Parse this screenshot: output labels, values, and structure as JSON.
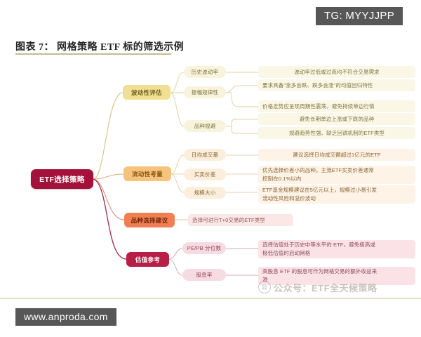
{
  "figure": {
    "title": "图表 7： 网格策略 ETF 标的筛选示例"
  },
  "tags": {
    "tg": "TG: MYYJJPP",
    "site": "www.anproda.com"
  },
  "watermark": {
    "badge": "公",
    "text": "公众号：ETF全天候策略"
  },
  "mindmap": {
    "root": "ETF选择策略",
    "branches": [
      {
        "label": "波动性评估",
        "color": "#efe093",
        "children": [
          {
            "label": "历史波动率",
            "details": [
              "波动率过低或过高均不符合交易需求"
            ]
          },
          {
            "label": "振幅规律性",
            "details": [
              "要求具备\"涨多会跌、跌多会涨\"的均值回归特性",
              "价格走势应呈现周期性震荡，避免持续单边行情"
            ]
          },
          {
            "label": "品种规避",
            "details": [
              "避免长期单边上涨或下跌的品种",
              "规避趋势性强、缺乏回调机制的ETF类型"
            ]
          }
        ]
      },
      {
        "label": "流动性考量",
        "color": "#f6c37c",
        "children": [
          {
            "label": "日均成交量",
            "details": [
              "建议选择日均成交额超过1亿元的ETF"
            ]
          },
          {
            "label": "买卖价差",
            "details": [
              "优先选择价差小的品种。主流ETF买卖价差通常\n控制在0.1%以内"
            ]
          },
          {
            "label": "规模大小",
            "details": [
              "ETF基金规模建议在5亿元以上，规模过小易引发\n流动性风险和溢价波动"
            ]
          }
        ]
      },
      {
        "label": "品种选择建议",
        "color": "#f07f53",
        "children": [
          {
            "label": "",
            "details": [
              "选择可进行T+0交易的ETF类型"
            ]
          }
        ]
      },
      {
        "label": "估值参考",
        "color": "#b81e46",
        "children": [
          {
            "label": "PE/PB 分位数",
            "details": [
              "选择估值处于历史中等水平的 ETF，避免极高或\n极低估值时启动网格"
            ]
          },
          {
            "label": "股息率",
            "details": [
              "高股息 ETF 的股息可作为网格交易的额外收益来\n源"
            ]
          }
        ]
      }
    ]
  }
}
